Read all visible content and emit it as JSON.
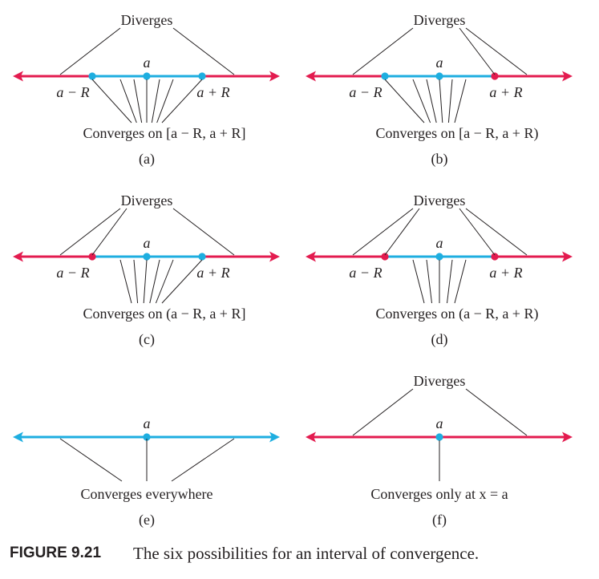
{
  "colors": {
    "diverge_red": "#e31b4f",
    "converge_blue": "#1eaee0",
    "leader_line": "#231f20"
  },
  "panels": [
    {
      "id": "a",
      "tag": "(a)",
      "diverges_label": "Diverges",
      "converges_label": "Converges on [a − R, a + R]",
      "center_label": "a",
      "left_label": "a − R",
      "right_label": "a + R",
      "left_endpoint": "converges",
      "right_endpoint": "converges"
    },
    {
      "id": "b",
      "tag": "(b)",
      "diverges_label": "Diverges",
      "converges_label": "Converges on [a − R, a + R)",
      "center_label": "a",
      "left_label": "a − R",
      "right_label": "a + R",
      "left_endpoint": "converges",
      "right_endpoint": "diverges"
    },
    {
      "id": "c",
      "tag": "(c)",
      "diverges_label": "Diverges",
      "converges_label": "Converges on (a − R, a + R]",
      "center_label": "a",
      "left_label": "a − R",
      "right_label": "a + R",
      "left_endpoint": "diverges",
      "right_endpoint": "converges"
    },
    {
      "id": "d",
      "tag": "(d)",
      "diverges_label": "Diverges",
      "converges_label": "Converges on (a − R, a + R)",
      "center_label": "a",
      "left_label": "a − R",
      "right_label": "a + R",
      "left_endpoint": "diverges",
      "right_endpoint": "diverges"
    },
    {
      "id": "e",
      "tag": "(e)",
      "converges_label": "Converges everywhere",
      "center_label": "a",
      "mode": "everywhere"
    },
    {
      "id": "f",
      "tag": "(f)",
      "diverges_label": "Diverges",
      "converges_label": "Converges only at x = a",
      "center_label": "a",
      "mode": "only_center"
    }
  ],
  "caption": {
    "label": "FIGURE 9.21",
    "text": "The six possibilities for an interval of convergence."
  }
}
